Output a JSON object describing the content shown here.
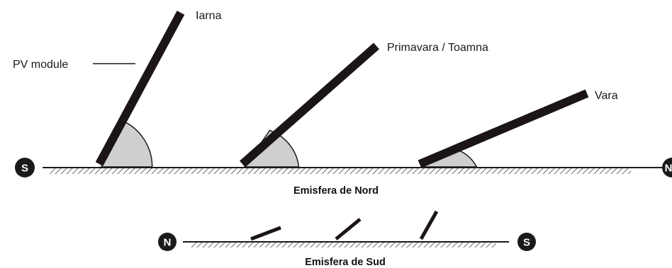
{
  "labels": {
    "pv_module": "PV module",
    "winter": "Iarna",
    "spring_autumn": "Primavara / Toamna",
    "summer": "Vara"
  },
  "north_hemisphere": {
    "caption": "Emisfera de Nord",
    "left_marker": "S",
    "right_marker": "N"
  },
  "south_hemisphere": {
    "caption": "Emisfera de Sud",
    "left_marker": "N",
    "right_marker": "S"
  },
  "colors": {
    "panel": "#1c1515",
    "angle_fill": "#cfcfcf",
    "ground": "#1a1a1a",
    "marker": "#1a1a1a"
  }
}
